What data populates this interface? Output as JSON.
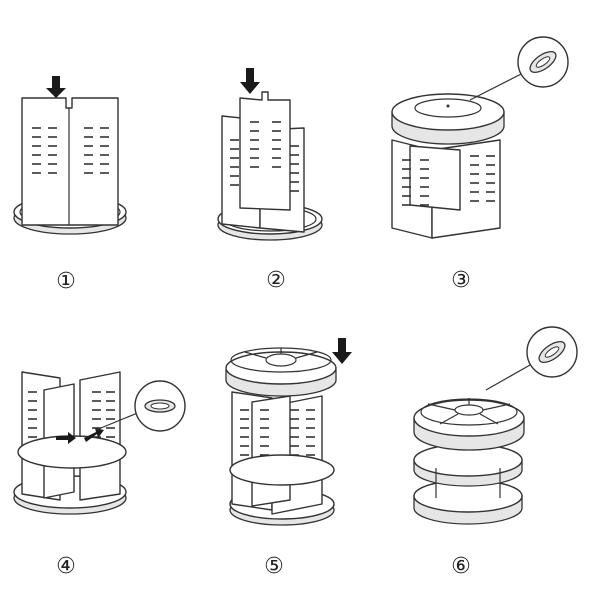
{
  "steps": [
    {
      "label": "①"
    },
    {
      "label": "②"
    },
    {
      "label": "③"
    },
    {
      "label": "④"
    },
    {
      "label": "⑤"
    },
    {
      "label": "⑥"
    }
  ]
}
